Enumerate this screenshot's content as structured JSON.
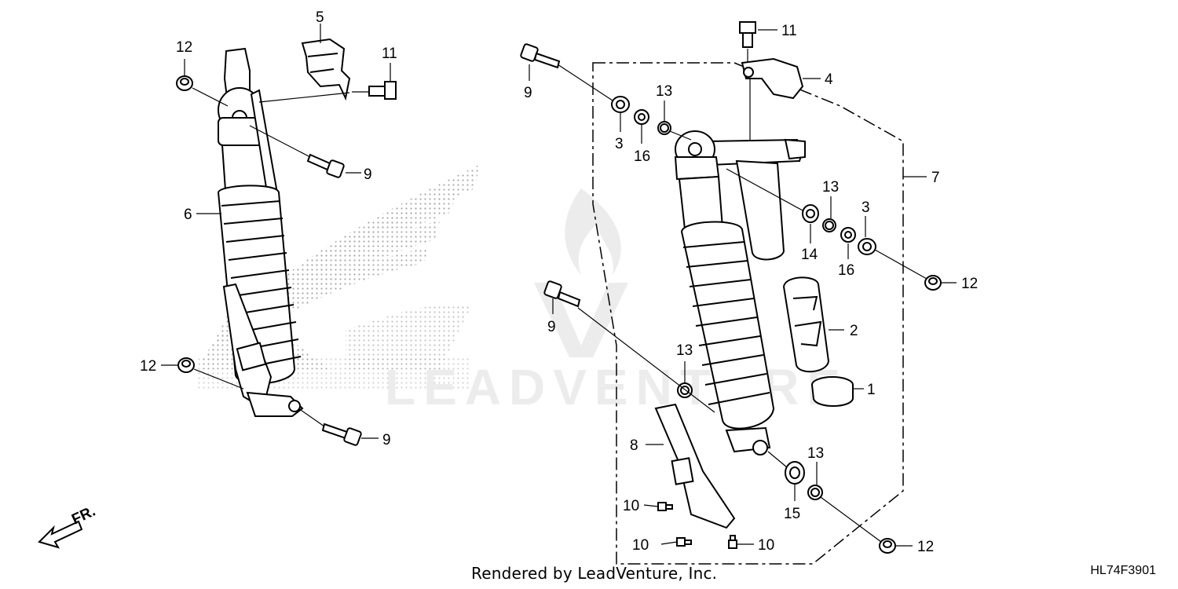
{
  "footer": {
    "rendered_by": "Rendered by LeadVenture, Inc.",
    "diagram_code": "HL74F3901"
  },
  "watermark": {
    "text": "LEADVENTURE"
  },
  "direction_arrow": {
    "label": "FR."
  },
  "callouts": {
    "left_12_top": "12",
    "left_5": "5",
    "left_11": "11",
    "left_9_upper": "9",
    "left_6": "6",
    "left_12_lower": "12",
    "left_9_lower": "9",
    "right_9_top": "9",
    "right_3_top": "3",
    "right_16_top": "16",
    "right_13_top": "13",
    "right_11": "11",
    "right_4": "4",
    "right_7": "7",
    "right_13_mid": "13",
    "right_3_mid": "3",
    "right_14": "14",
    "right_16_mid": "16",
    "right_12_mid": "12",
    "right_2": "2",
    "right_9_mid": "9",
    "right_13_low": "13",
    "right_1": "1",
    "right_8": "8",
    "right_13_bottom": "13",
    "right_15": "15",
    "right_10_a": "10",
    "right_10_b": "10",
    "right_10_c": "10",
    "right_12_bottom": "12"
  }
}
